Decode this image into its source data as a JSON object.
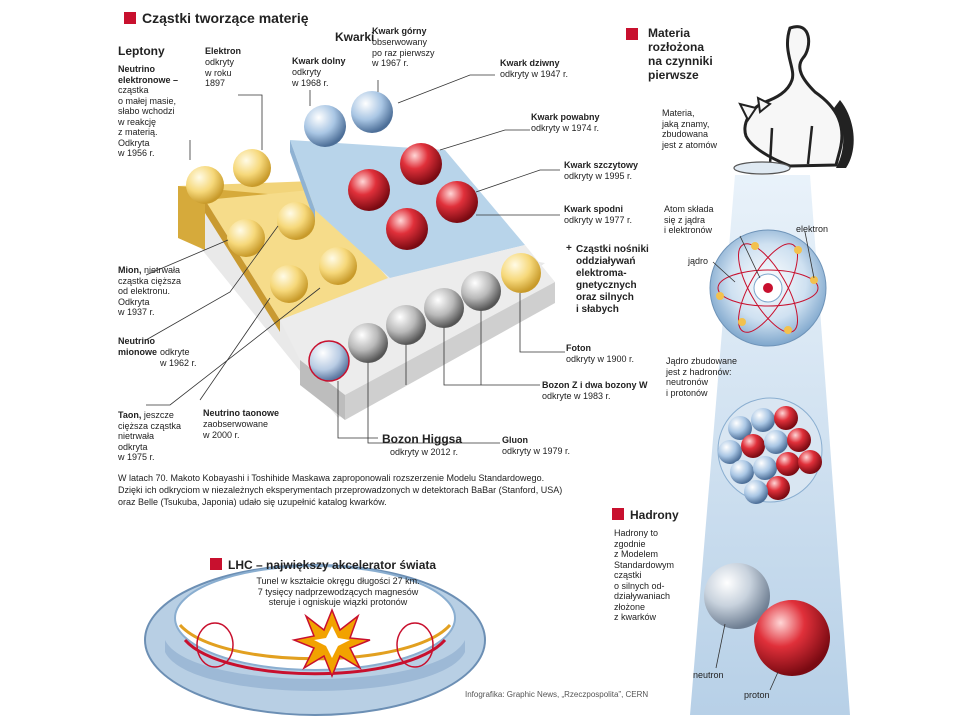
{
  "title": "Cząstki tworzące materię",
  "headings": {
    "leptony": "Leptony",
    "kwarki": "Kwarki",
    "materia": "Materia\nrozłożona\nna czynniki\npierwsze",
    "hadrony": "Hadrony",
    "lhc": "LHC – największy akcelerator świata",
    "bozon_higgsa": "Bozon Higgsa",
    "nosniki": "Cząstki nośniki\noddziaływań\nelektroma-\ngnetycznych\noraz silnych\ni słabych"
  },
  "labels": {
    "neutrino_elektronowe_name": "Neutrino\nelektronowe –",
    "neutrino_elektronowe_desc": "cząstka\no małej masie,\nsłabo wchodzi\nw reakcję\nz materią.\nOdkryta\nw 1956 r.",
    "elektron_name": "Elektron",
    "elektron_desc": "odkryty\nw roku\n1897",
    "kwark_dolny_name": "Kwark dolny",
    "kwark_dolny_desc": "odkryty\nw 1968 r.",
    "kwark_gorny_name": "Kwark górny",
    "kwark_gorny_desc": "obserwowany\npo raz pierwszy\nw 1967 r.",
    "kwark_dziwny_name": "Kwark dziwny",
    "kwark_dziwny_desc": "odkryty w 1947 r.",
    "kwark_powabny_name": "Kwark powabny",
    "kwark_powabny_desc": "odkryty w 1974 r.",
    "kwark_szczytowy_name": "Kwark szczytowy",
    "kwark_szczytowy_desc": "odkryty w 1995 r.",
    "kwark_spodni_name": "Kwark spodni",
    "kwark_spodni_desc": "odkryty w 1977 r.",
    "mion_name": "Mion,",
    "mion_desc": "nietrwała\ncząstka cięższa\nod elektronu.\nOdkryta\nw 1937 r.",
    "neutrino_mionowe_name": "Neutrino\nmionowe",
    "neutrino_mionowe_desc": "odkryte\nw 1962 r.",
    "taon_name": "Taon,",
    "taon_desc": "jeszcze\ncięższa cząstka\nnietrwała\nodkryta\nw 1975 r.",
    "neutrino_taonowe_name": "Neutrino taonowe",
    "neutrino_taonowe_desc": "zaobserwowane\nw 2000 r.",
    "bozon_higgsa_desc": "odkryty w  2012 r.",
    "foton_name": "Foton",
    "foton_desc": "odkryty w 1900 r.",
    "bozony_name": "Bozon  Z i dwa bozony W",
    "bozony_desc": "odkryte w 1983 r.",
    "gluon_name": "Gluon",
    "gluon_desc": "odkryty w 1979 r.",
    "materia_desc": "Materia,\njaką znamy,\nzbudowana\njest z atomów",
    "atom_desc": "Atom składa\nsię z jądra\ni elektronów",
    "elektron_label": "elektron",
    "jadro_label": "jądro",
    "jadro_desc": "Jądro zbudowane\njest z hadronów:\nneutronów\ni protonów",
    "hadrony_desc": "Hadrony to\nzgodnie\nz Modelem\nStandardowym\ncząstki\no silnych od-\ndziaływaniach\nzłożone\nz kwarków",
    "neutron_label": "neutron",
    "proton_label": "proton",
    "lhc_desc": "Tunel w kształcie okręgu długości 27 km.\n7 tysięcy nadprzewodzących magnesów\nsteruje i ogniskuje wiązki protonów"
  },
  "paragraph": "W latach 70. Makoto Kobayashi i Toshihide Maskawa zaproponowali rozszerzenie Modelu Standardowego.\nDzięki ich odkryciom w niezależnych eksperymentach przeprowadzonych w detektorach BaBar (Stanford, USA)\noraz Belle (Tsukuba, Japonia) udało się  uzupełnić  katalog kwarków.",
  "credit": "Infografika: Graphic News, „Rzeczpospolita”, CERN",
  "colors": {
    "accent_red": "#c8102e",
    "lepton_yellow": "#f6d87a",
    "quark_blue": "#b8d4ea",
    "boson_gray": "#e6e6e6",
    "beam_blue": "#cfe2f3"
  }
}
